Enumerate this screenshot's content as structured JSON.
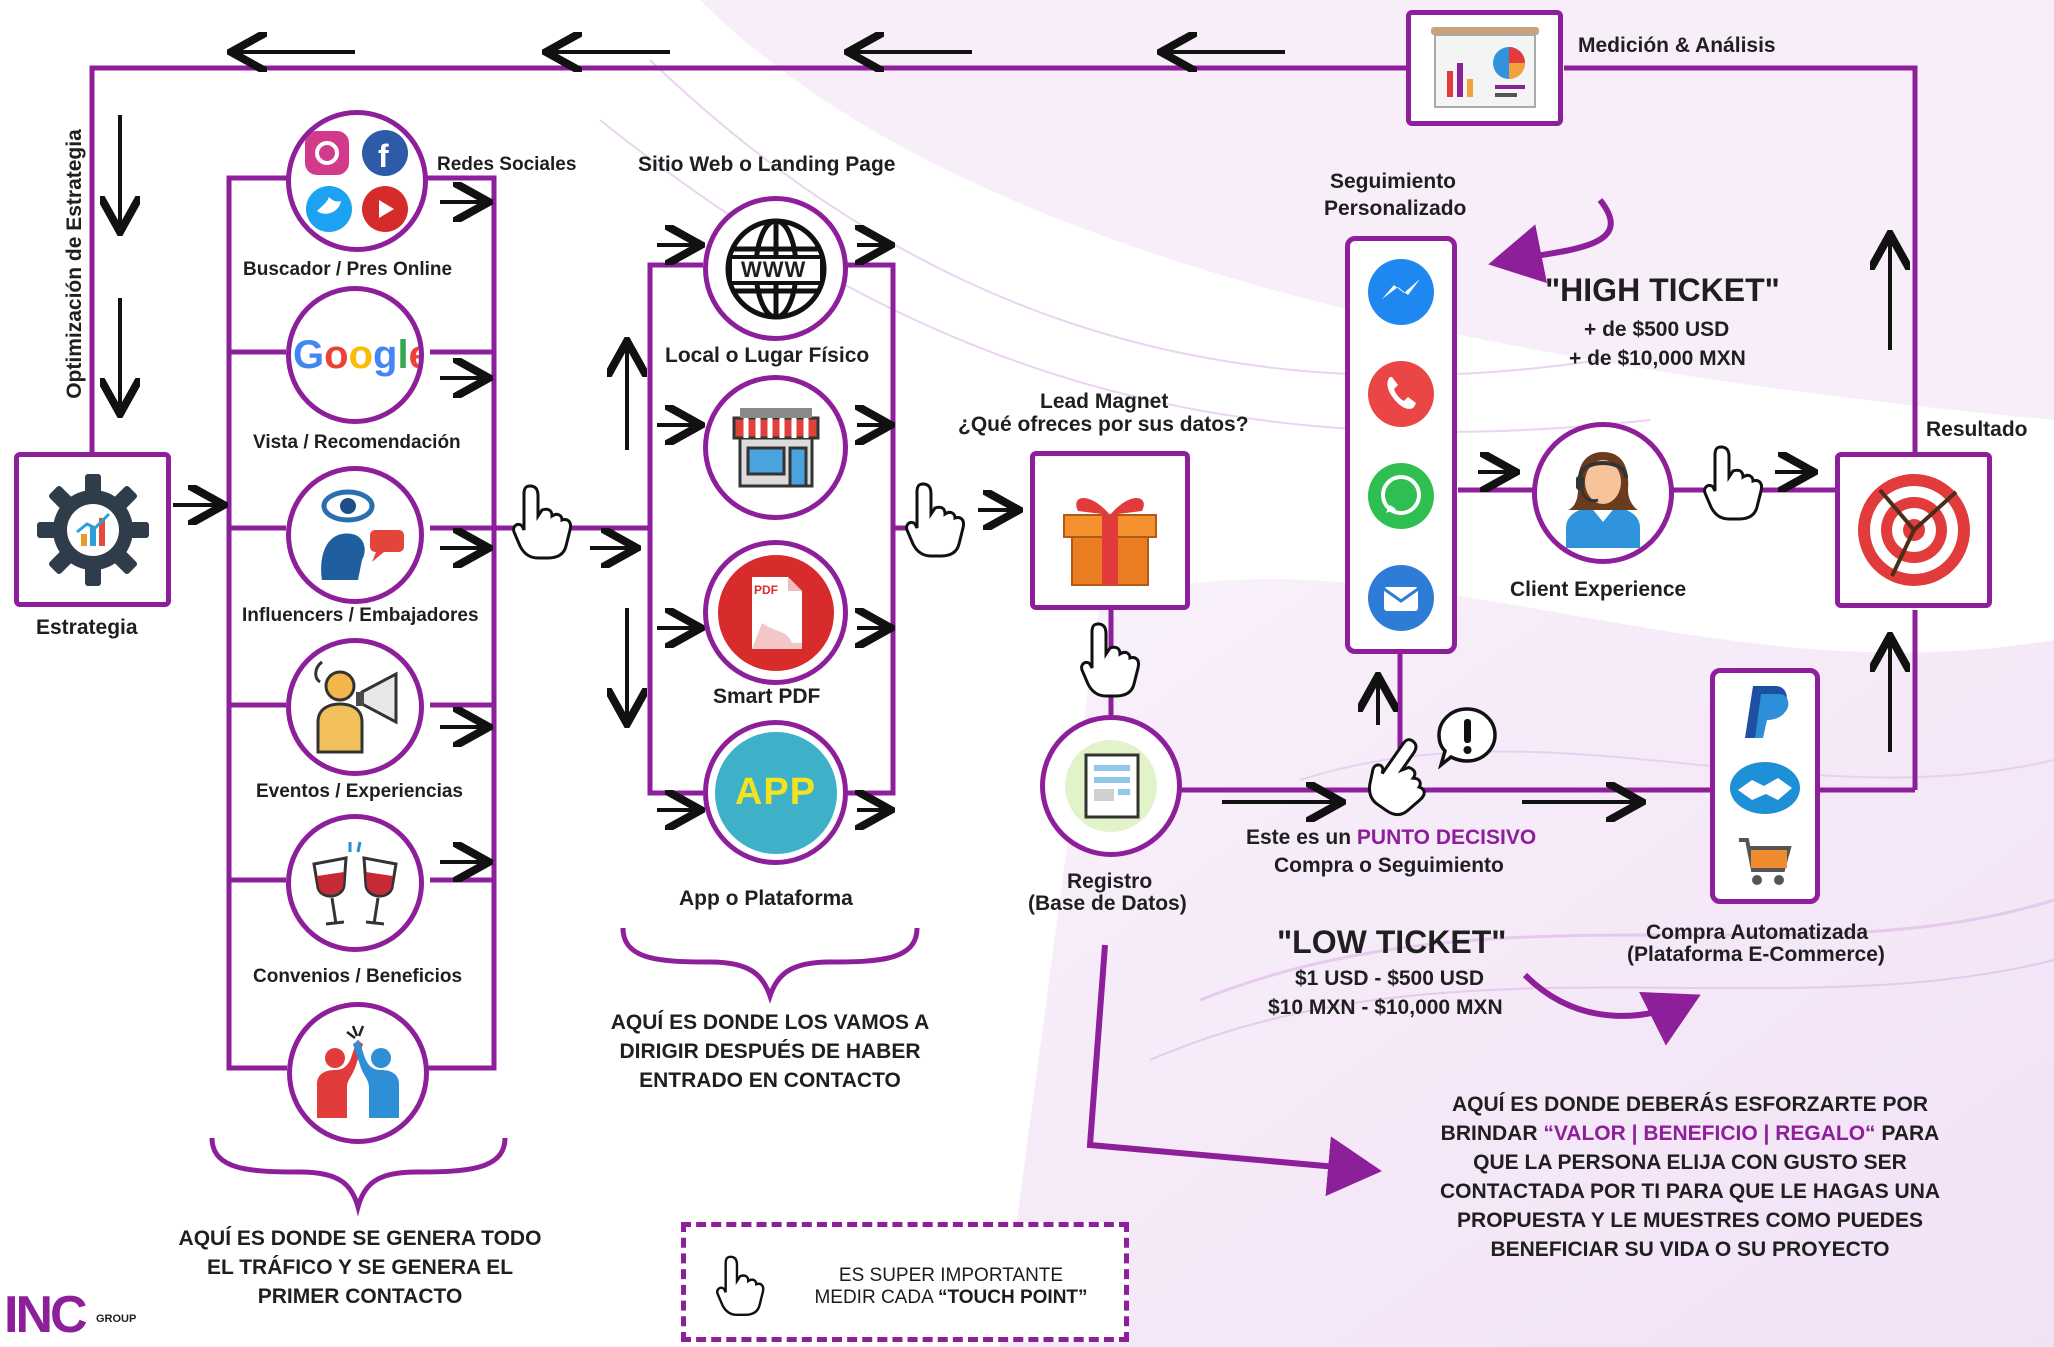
{
  "left_column": {
    "vertical_label": "Optimización de Estrategia",
    "strategy": "Estrategia"
  },
  "channels": {
    "social": "Redes Sociales",
    "search": "Buscador / Pres Online",
    "referral": "Vista  / Recomendación",
    "influencers": "Influencers / Embajadores",
    "events": "Eventos / Experiencias",
    "agreements": "Convenios / Beneficios"
  },
  "destinations": {
    "website": "Sitio Web o Landing Page",
    "website_icon_text": "WWW",
    "local": "Local o Lugar Físico",
    "pdf": "Smart PDF",
    "pdf_icon_text": "PDF",
    "app": "App o Plataforma",
    "app_icon_text": "APP"
  },
  "lead_magnet": {
    "line1": "Lead Magnet",
    "line2": "¿Qué ofreces por sus datos?"
  },
  "registry": {
    "line1": "Registro",
    "line2": "(Base de Datos)"
  },
  "followup": {
    "line1": "Seguimiento",
    "line2": "Personalizado"
  },
  "high_ticket": {
    "title": "\"HIGH TICKET\"",
    "line1": "+ de $500 USD",
    "line2": "+ de $10,000 MXN"
  },
  "client_experience": "Client Experience",
  "decision": {
    "prefix": "Este es un ",
    "highlight": "PUNTO DECISIVO",
    "line2": "Compra o Seguimiento"
  },
  "low_ticket": {
    "title": "\"LOW TICKET\"",
    "line1": "$1 USD - $500 USD",
    "line2": "$10 MXN - $10,000 MXN"
  },
  "ecommerce": {
    "line1": "Compra Automatizada",
    "line2": "(Plataforma E-Commerce)"
  },
  "result": "Resultado",
  "measurement": "Medición & Análisis",
  "captions": {
    "traffic": "AQUÍ ES DONDE SE GENERA TODO EL TRÁFICO Y SE GENERA EL PRIMER CONTACTO",
    "direct": "AQUÍ ES DONDE LOS VAMOS A DIRIGIR DESPUÉS DE HABER ENTRADO EN CONTACTO",
    "value_pre": "AQUÍ ES DONDE DEBERÁS ESFORZARTE POR BRINDAR ",
    "value_highlight": "“VALOR | BENEFICIO | REGALO“",
    "value_post": " PARA QUE LA PERSONA ELIJA CON GUSTO SER CONTACTADA POR TI PARA QUE LE HAGAS UNA PROPUESTA Y LE MUESTRES COMO PUEDES BENEFICIAR SU VIDA O SU PROYECTO"
  },
  "note": {
    "line1": "ES SUPER IMPORTANTE",
    "line2_prefix": "MEDIR CADA ",
    "line2_bold": "“TOUCH POINT”"
  },
  "logo": {
    "main": "INC",
    "sub": "GROUP"
  },
  "colors": {
    "accent": "#8e1f9a",
    "dark": "#1c1c1c"
  }
}
